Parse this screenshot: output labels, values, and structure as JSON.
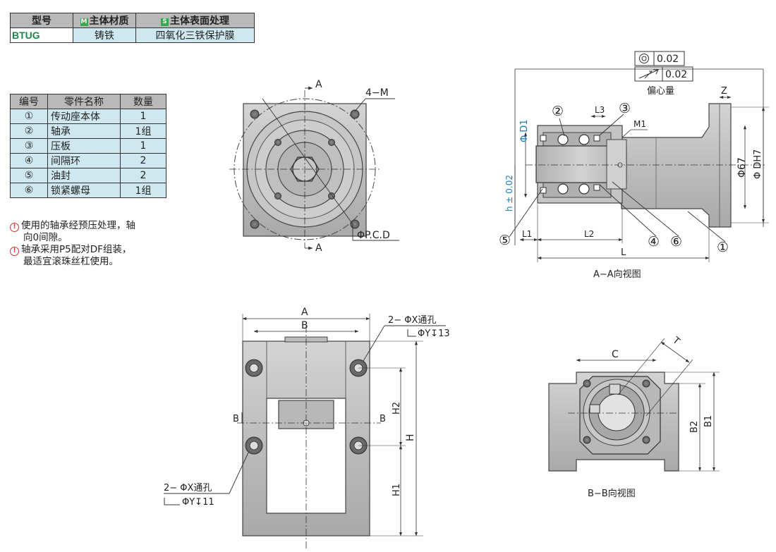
{
  "spec_table": {
    "headers": [
      "型号",
      "主体材质",
      "主体表面处理"
    ],
    "badges": {
      "material": "M",
      "surface": "S"
    },
    "row": [
      "BTUG",
      "铸铁",
      "四氧化三铁保护膜"
    ]
  },
  "parts_table": {
    "headers": [
      "编号",
      "零件名称",
      "数量"
    ],
    "rows": [
      {
        "no": "①",
        "name": "传动座本体",
        "qty": "1"
      },
      {
        "no": "②",
        "name": "轴承",
        "qty": "1组"
      },
      {
        "no": "③",
        "name": "压板",
        "qty": "1"
      },
      {
        "no": "④",
        "name": "间隔环",
        "qty": "2"
      },
      {
        "no": "⑤",
        "name": "油封",
        "qty": "2"
      },
      {
        "no": "⑥",
        "name": "锁紧螺母",
        "qty": "1组"
      }
    ]
  },
  "notes": [
    {
      "line1": "使用的轴承经预压处理，轴",
      "line2": "向0间隙。"
    },
    {
      "line1": "轴承采用P5配对DF组装，",
      "line2": "最适宜滚珠丝杠使用。"
    }
  ],
  "front_view": {
    "section_label": "A",
    "hole_label": "4−M",
    "pcd_label": "ΦP.C.D"
  },
  "section_view": {
    "title": "A−A向视图",
    "tolerance_1": "0.02",
    "tolerance_2": "0.02",
    "runout_caption": "偏心量",
    "labels": {
      "z": "Z",
      "d1": "Φ D1",
      "d67": "Φ67",
      "dh7": "Φ DH7",
      "l3": "L3",
      "m1": "M1",
      "h": "h ± 0.02",
      "l1": "L1",
      "l2": "L2",
      "l": "L"
    },
    "callouts": [
      "①",
      "②",
      "③",
      "④",
      "⑤",
      "⑥"
    ]
  },
  "side_view": {
    "a": "A",
    "b": "B",
    "bl": "B",
    "br": "B",
    "h": "H",
    "h1": "H1",
    "h2": "H2",
    "top_hole": "2− ΦX通孔",
    "top_cbore": "ΦY↧13",
    "bottom_hole": "2− ΦX通孔",
    "bottom_cbore": "ΦY↧11"
  },
  "bb_view": {
    "title": "B−B向视图",
    "c": "C",
    "t": "T",
    "b1": "B1",
    "b2": "B2"
  }
}
